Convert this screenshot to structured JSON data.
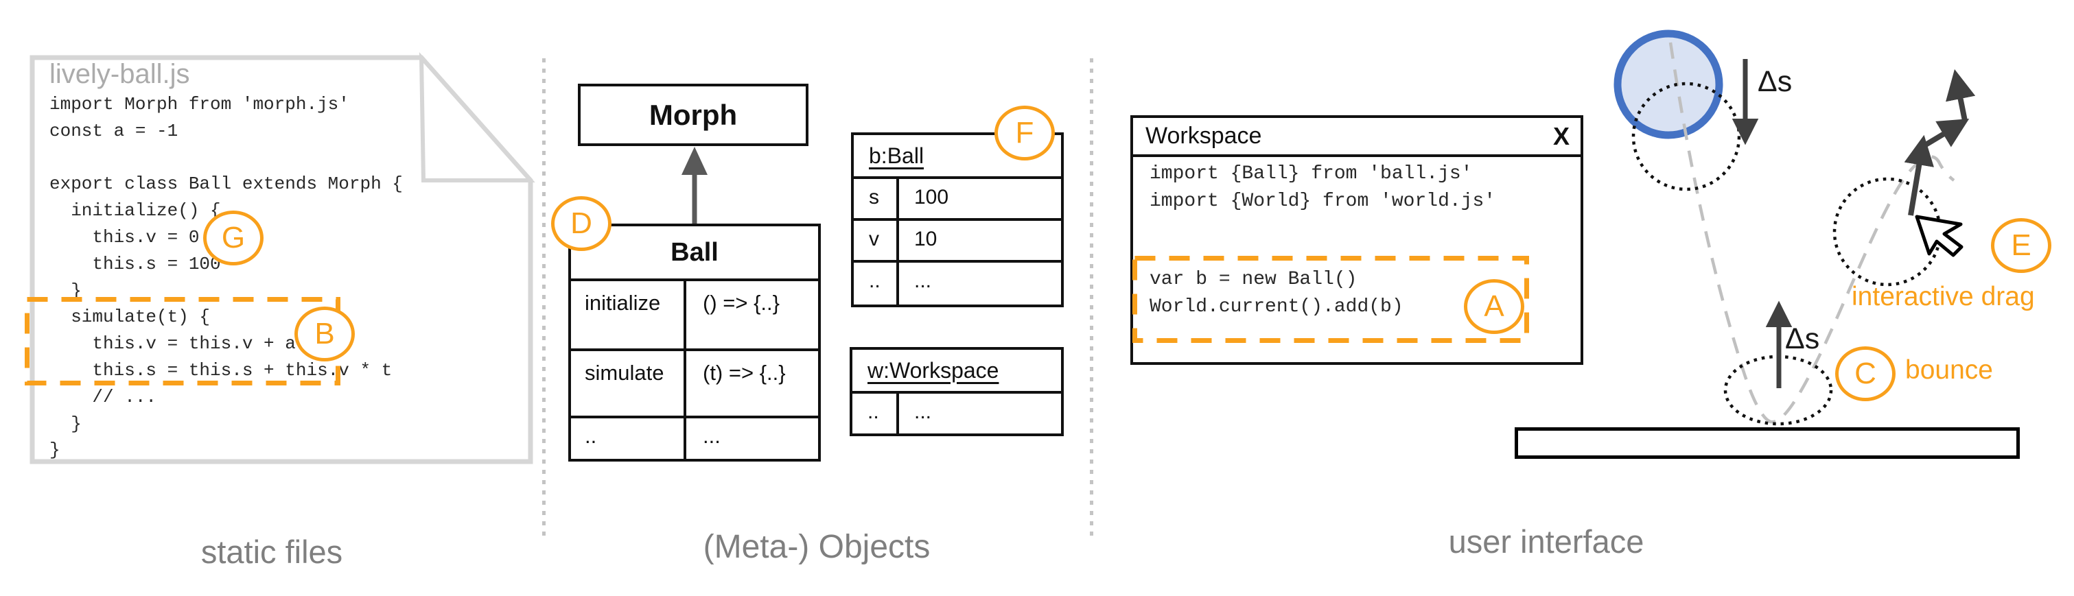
{
  "captions": {
    "left": "static files",
    "middle": "(Meta-) Objects",
    "right": "user interface"
  },
  "file": {
    "name": "lively-ball.js",
    "code": "import Morph from 'morph.js'\nconst a = -1\n\nexport class Ball extends Morph {\n  initialize() {\n    this.v = 0\n    this.s = 100\n  }\n  simulate(t) {\n    this.v = this.v + a * t\n    this.s = this.s + this.v * t\n    // ...\n  }\n}"
  },
  "markers": {
    "a": "A",
    "b": "B",
    "c": "C",
    "d": "D",
    "e": "E",
    "f": "F",
    "g": "G"
  },
  "class_diagram": {
    "morph_title": "Morph",
    "ball": {
      "title": "Ball",
      "rows": [
        {
          "name": "initialize",
          "value": "() => {..}"
        },
        {
          "name": "simulate",
          "value": "(t) => {..}"
        },
        {
          "name": "..",
          "value": "..."
        }
      ]
    }
  },
  "objects": {
    "b_ball": {
      "title": "b:Ball",
      "rows": [
        {
          "name": "s",
          "value": "100"
        },
        {
          "name": "v",
          "value": "10"
        },
        {
          "name": "..",
          "value": "..."
        }
      ]
    },
    "w_workspace": {
      "title": "w:Workspace",
      "rows": [
        {
          "name": "..",
          "value": "..."
        }
      ]
    }
  },
  "workspace_window": {
    "title": "Workspace",
    "close_label": "X",
    "imports_code": "import {Ball} from 'ball.js'\nimport {World} from 'world.js'",
    "snippet_code": "var b = new Ball()\nWorld.current().add(b)"
  },
  "illustration": {
    "delta_s": "Δs",
    "bounce_label": "bounce",
    "drag_label": "interactive drag"
  },
  "colors": {
    "orange": "#F9A01B",
    "ball_stroke": "#4472C4",
    "ball_fill": "#D9E2F3",
    "caption_gray": "#7F7F7F"
  }
}
